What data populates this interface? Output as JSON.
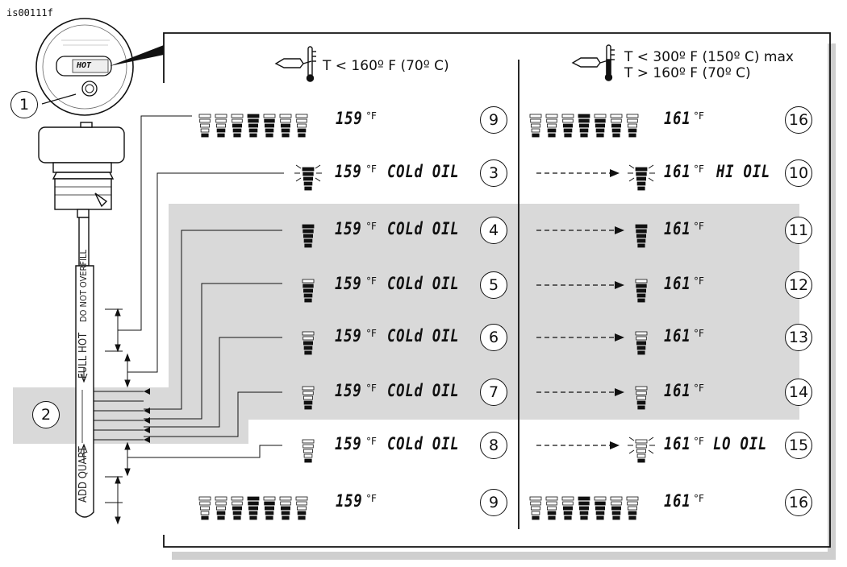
{
  "figure_id": "is00111f",
  "headers": {
    "cold": "T < 160º F (70º C)",
    "hot_line1": "T < 300º F (150º C) max",
    "hot_line2": "T > 160º F (70º C)"
  },
  "cap_text": "HOT",
  "dipstick": {
    "do_not_overfill": "DO NOT OVERFILL",
    "full_hot": "FULL HOT",
    "add_quart": "ADD QUART"
  },
  "callouts": {
    "c1": "1",
    "c2": "2"
  },
  "cold_temp": "159",
  "hot_temp": "161",
  "unit": "°F",
  "msg_cold": "COLd OIL",
  "msg_hi": "HI OIL",
  "msg_lo": "LO OIL",
  "rows": [
    {
      "left_num": "9",
      "right_num": "16"
    },
    {
      "left_num": "3",
      "right_num": "10"
    },
    {
      "left_num": "4",
      "right_num": "11"
    },
    {
      "left_num": "5",
      "right_num": "12"
    },
    {
      "left_num": "6",
      "right_num": "13"
    },
    {
      "left_num": "7",
      "right_num": "14"
    },
    {
      "left_num": "8",
      "right_num": "15"
    },
    {
      "left_num": "9",
      "right_num": "16"
    }
  ]
}
